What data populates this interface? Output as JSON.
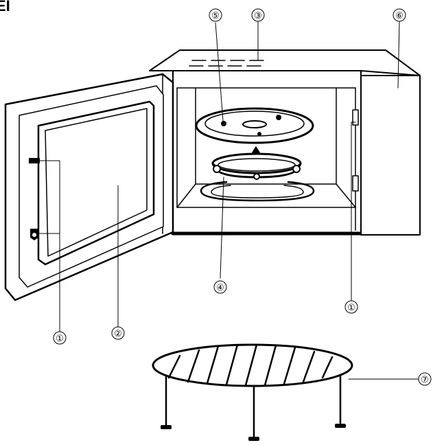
{
  "heading": "EI",
  "callouts": [
    {
      "id": "door-safety-lock-system-left",
      "label": "①"
    },
    {
      "id": "oven-window",
      "label": "②"
    },
    {
      "id": "waveguide-cover",
      "label": "③"
    },
    {
      "id": "roller-ring",
      "label": "④"
    },
    {
      "id": "glass-tray",
      "label": "⑤"
    },
    {
      "id": "control-panel",
      "label": "⑥"
    },
    {
      "id": "grill-rack",
      "label": "⑦"
    },
    {
      "id": "door-safety-lock-system-right",
      "label": "①"
    }
  ]
}
